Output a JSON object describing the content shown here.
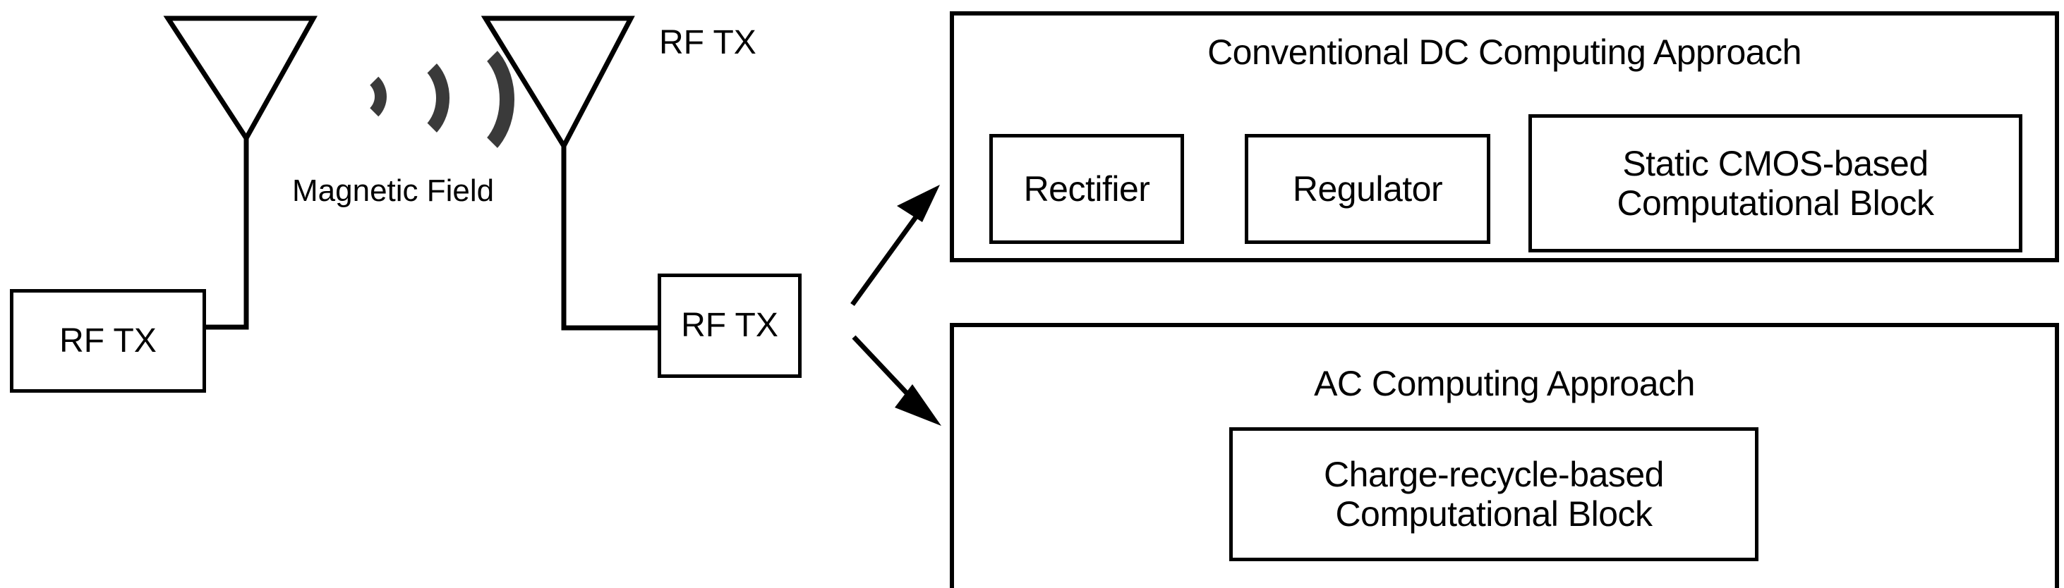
{
  "diagram": {
    "title": "RF wireless power transfer and computing approaches block diagram",
    "left_side": {
      "transmitter_box_label": "RF TX",
      "antenna_tx_name": "transmit-antenna",
      "magnetic_field_label": "Magnetic Field",
      "wave_icon_name": "rf-wave-icon",
      "receiver_antenna_label": "RF TX",
      "receiver_box_label": "RF TX"
    },
    "panels": [
      {
        "id": "conventional-dc",
        "title": "Conventional DC Computing Approach",
        "blocks": [
          {
            "id": "rectifier",
            "label": "Rectifier"
          },
          {
            "id": "regulator",
            "label": "Regulator"
          },
          {
            "id": "static-cmos",
            "label": "Static CMOS-based\nComputational Block",
            "line1": "Static CMOS-based",
            "line2": "Computational Block"
          }
        ]
      },
      {
        "id": "ac-computing",
        "title": "AC Computing Approach",
        "blocks": [
          {
            "id": "charge-recycle",
            "label": "Charge-recycle-based\nComputational Block",
            "line1": "Charge-recycle-based",
            "line2": "Computational Block"
          }
        ]
      }
    ],
    "arrows": [
      {
        "id": "arrow-to-dc",
        "name": "arrow-rf-to-conventional-dc"
      },
      {
        "id": "arrow-to-ac",
        "name": "arrow-rf-to-ac-computing"
      }
    ],
    "colors": {
      "stroke": "#000000",
      "wave": "#3a3a3a",
      "background": "#ffffff"
    }
  }
}
